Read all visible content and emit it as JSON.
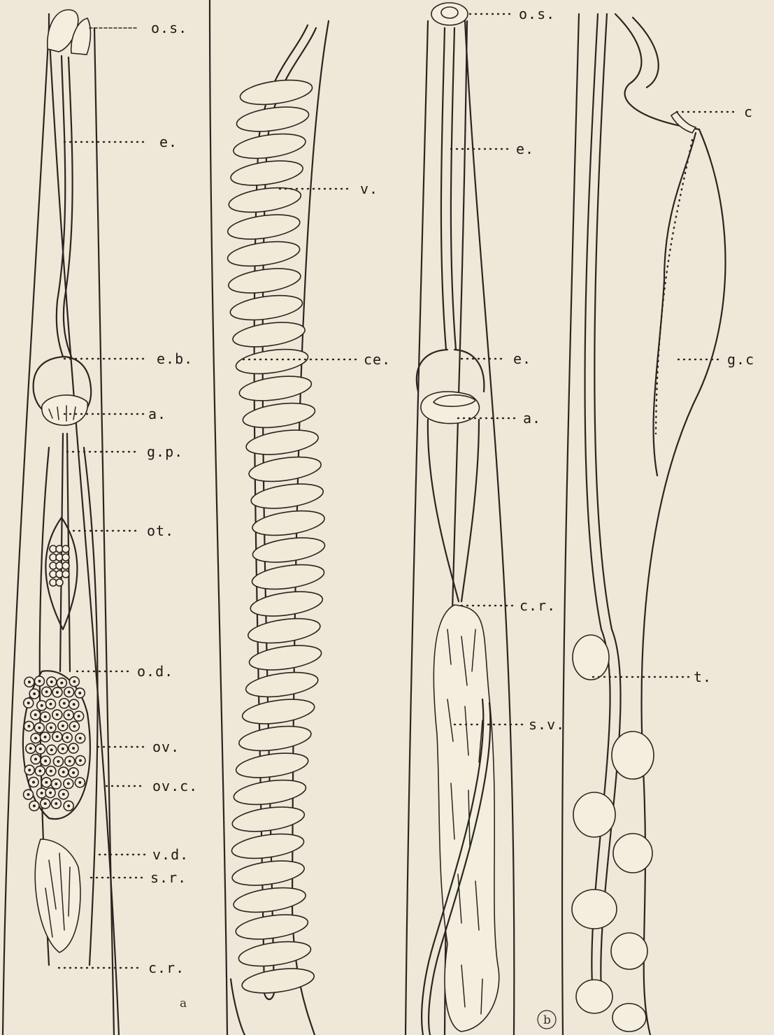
{
  "labels": {
    "a_os": "o.s.",
    "a_e": "e.",
    "a_eb": "e.b.",
    "a_a": "a.",
    "a_gp": "g.p.",
    "a_ot": "ot.",
    "a_od": "o.d.",
    "a_ov": "ov.",
    "a_ovc": "ov.c.",
    "a_vd": "v.d.",
    "a_sr": "s.r.",
    "a_cr": "c.r.",
    "mid_v": "v.",
    "mid_ce": "ce.",
    "b_os": "o.s.",
    "b_e": "e.",
    "b_e2": "e.",
    "b_a": "a.",
    "b_cr": "c.r.",
    "b_sv": "s.v.",
    "r_c": "c",
    "r_gc": "g.c",
    "r_t": "t."
  },
  "figure_marks": {
    "a": "a",
    "b": "b"
  }
}
